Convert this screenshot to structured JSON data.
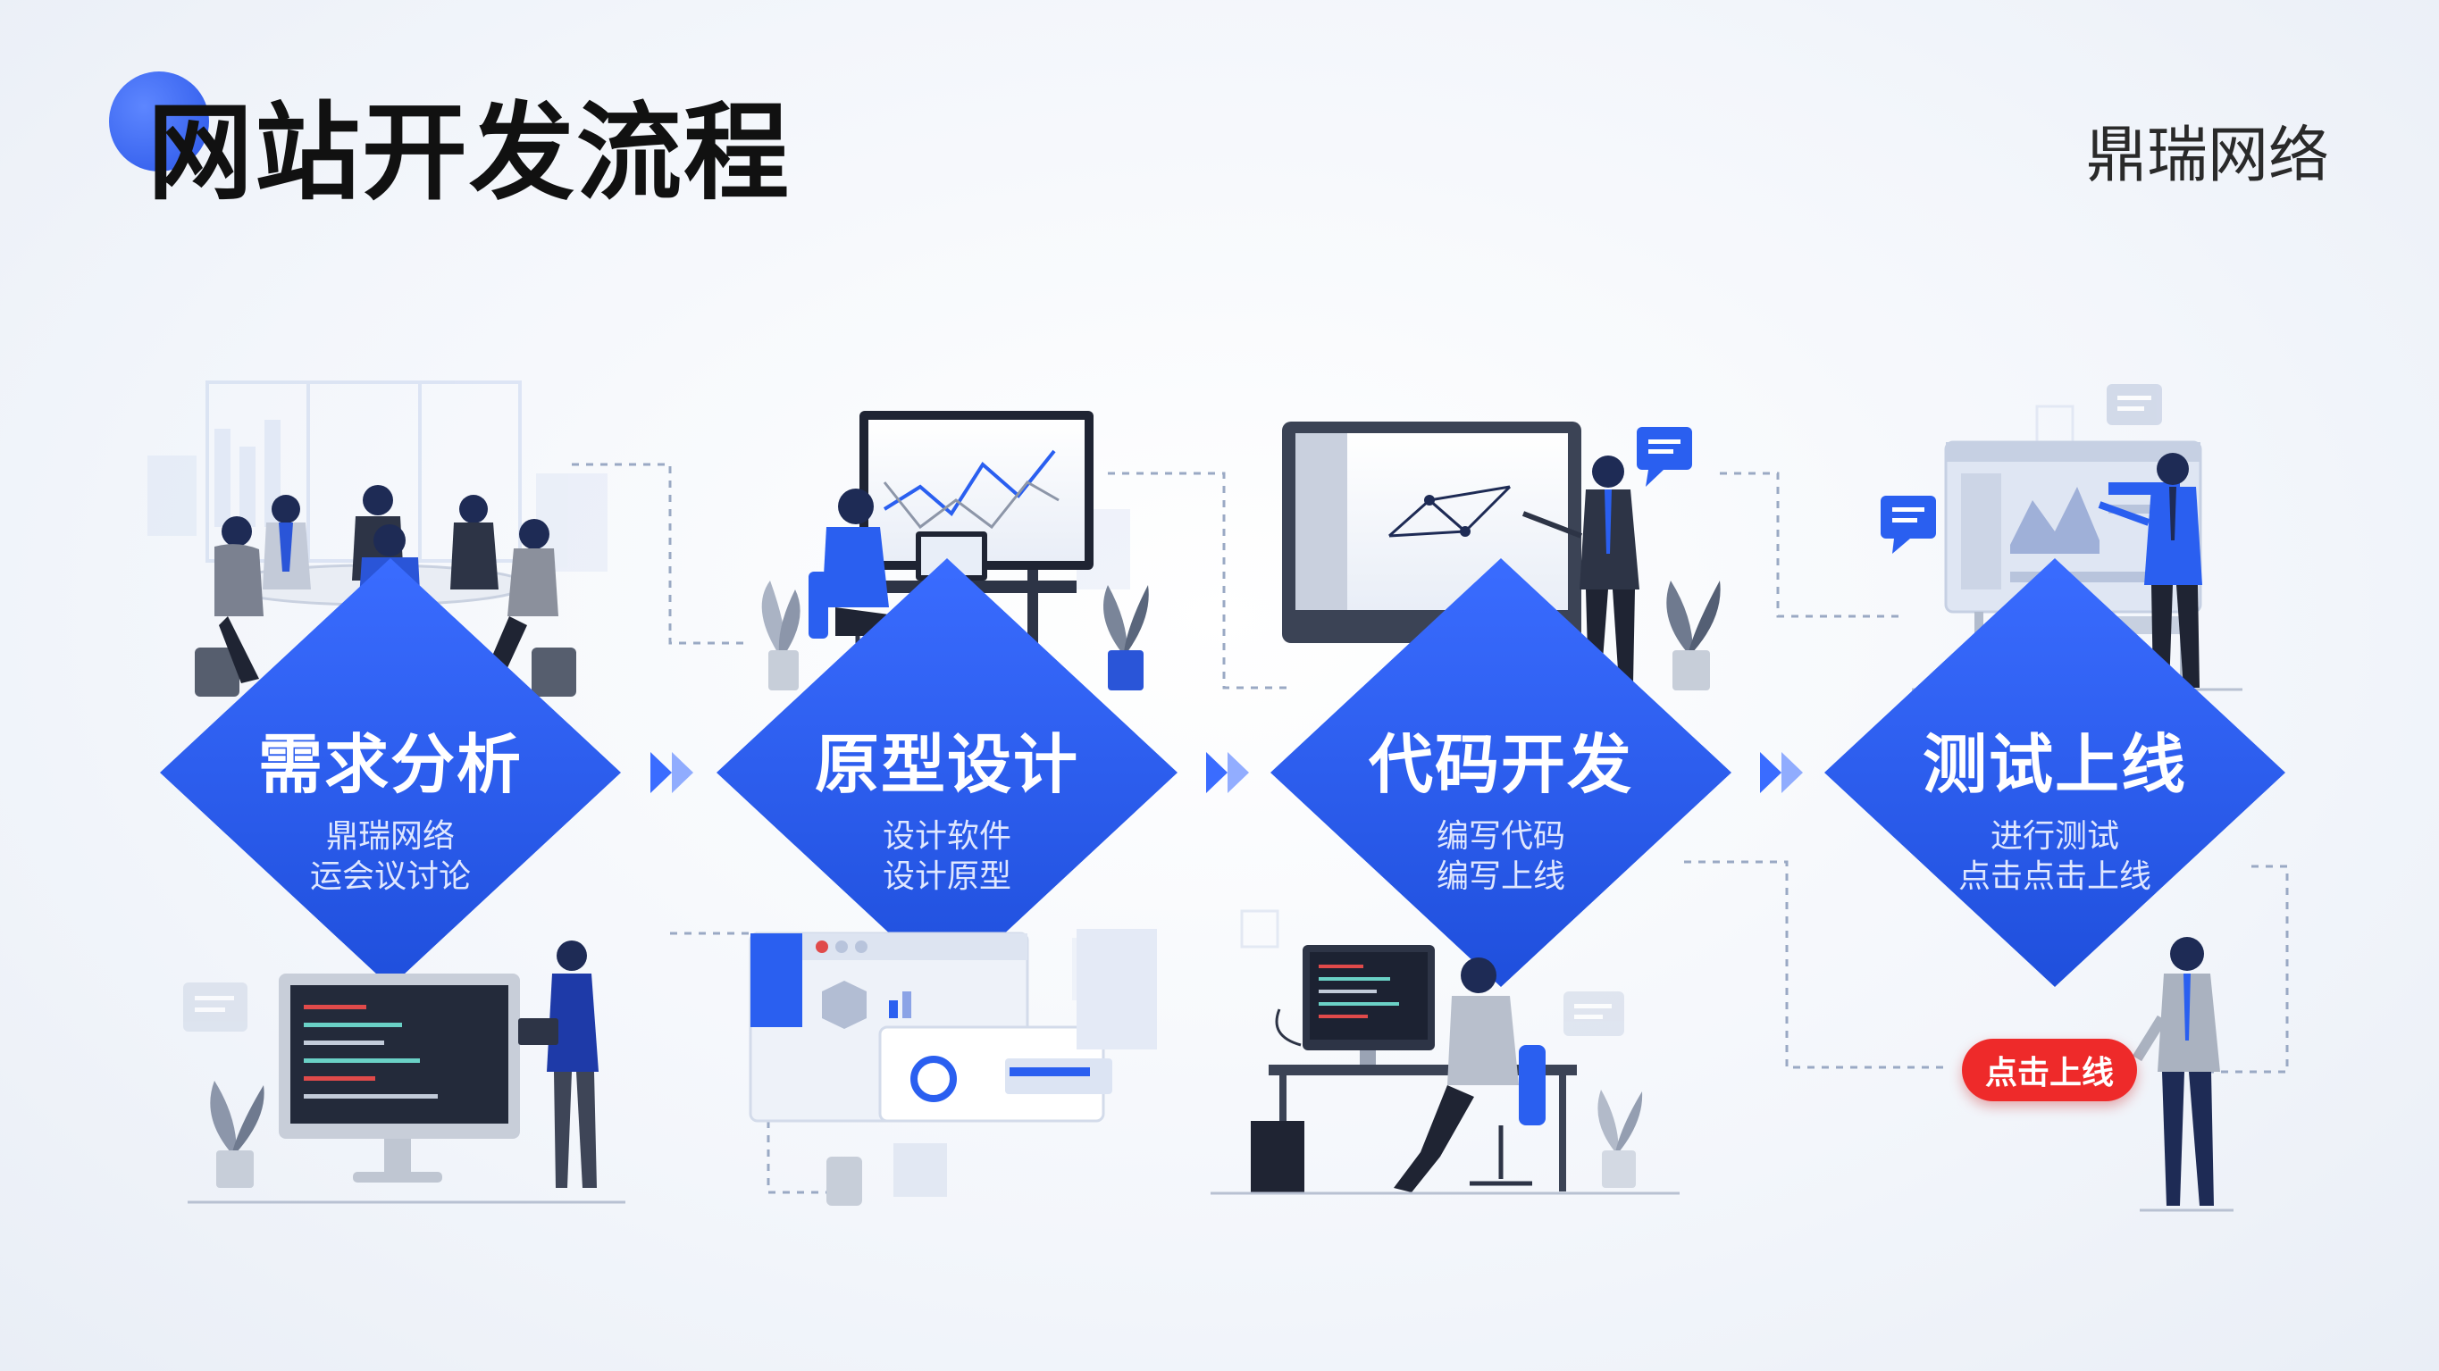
{
  "title": "网站开发流程",
  "brand": "鼎瑞网络",
  "colors": {
    "accent": "#2a5ff0",
    "accent_dark": "#1c46c9",
    "cta": "#ee2a2a",
    "ink": "#1e2b55"
  },
  "steps": [
    {
      "title": "需求分析",
      "sub1": "鼎瑞网络",
      "sub2": "运会议讨论"
    },
    {
      "title": "原型设计",
      "sub1": "设计软件",
      "sub2": "设计原型"
    },
    {
      "title": "代码开发",
      "sub1": "编写代码",
      "sub2": "编写上线"
    },
    {
      "title": "测试上线",
      "sub1": "进行测试",
      "sub2": "点击点击上线"
    }
  ],
  "cta_label": "点击上线",
  "icons": [
    "chevron-right-icon",
    "chat-bubble-icon",
    "plant-icon",
    "monitor-icon",
    "person-icon",
    "desk-icon"
  ]
}
